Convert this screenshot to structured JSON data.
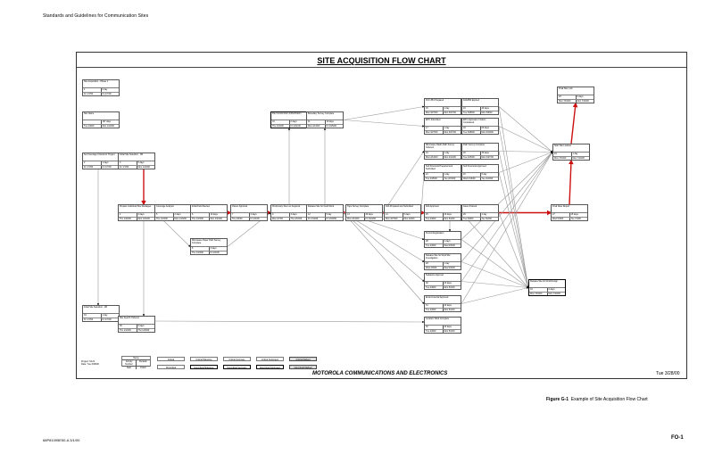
{
  "page_header": "Standards and Guidelines for Communication Sites",
  "chart": {
    "title": "SITE ACQUISITION FLOW CHART",
    "company": "MOTOROLA COMMUNICATIONS AND ELECTRONICS",
    "date": "Tue 3/28/00",
    "project": [
      "Project: SA71",
      "Date: Tue 3/28/00"
    ]
  },
  "nodes": [
    {
      "id": "n1",
      "name": "Site Acquisition - Phase 1",
      "id_no": "1",
      "dur": "0 day",
      "start": "Fri 1/7/00",
      "finish": "Fri 1/7/00",
      "type": "normal"
    },
    {
      "id": "n2",
      "name": "Site Name",
      "id_no": "",
      "dur": "167 days",
      "start": "Tue 1/4/00",
      "finish": "Mon 1/10/00",
      "type": "normal"
    },
    {
      "id": "n3",
      "name": "Set Coverage Criteria for Project",
      "id_no": "2",
      "dur": "1 days",
      "start": "Fri 1/7/00",
      "finish": "Fri 1/7/00",
      "type": "normal"
    },
    {
      "id": "n4",
      "name": "Initial Site Selection - 3R",
      "id_no": "3",
      "dur": "5 days",
      "start": "Fri 1/7/00",
      "finish": "Mon 1/10/00",
      "type": "crit"
    },
    {
      "id": "n5",
      "name": "Prepare Individual Site Packages",
      "id_no": "4",
      "dur": "3 days",
      "start": "Thu 1/20/00",
      "finish": "Mon 1/24/00",
      "type": "crit"
    },
    {
      "id": "n6",
      "name": "Coverage Analysis",
      "id_no": "5",
      "dur": "2 days",
      "start": "Thu 1/13/00",
      "finish": "Mon 1/13/00",
      "type": "crit"
    },
    {
      "id": "n7",
      "name": "Initial Field Review",
      "id_no": "6",
      "dur": "10 days",
      "start": "Thu 1/13/00",
      "finish": "Mon 1/24/00",
      "type": "crit"
    },
    {
      "id": "n8",
      "name": "Owner Approval",
      "id_no": "7",
      "dur": "3 days",
      "start": "Thu 2/3/00",
      "finish": "Fri 2/4/00",
      "type": "crit"
    },
    {
      "id": "n9",
      "name": "Microwave Paper Path Survey Complete",
      "id_no": "8",
      "dur": "3 days",
      "start": "Thu 1/13/00",
      "finish": "Fri 2/4/00",
      "type": "normal"
    },
    {
      "id": "n10",
      "name": "Preliminary Site Loc Acquired",
      "id_no": "9",
      "dur": "3 days",
      "start": "Mon 2/7/00",
      "finish": "Thu 2/10/00",
      "type": "crit"
    },
    {
      "id": "n11",
      "name": "File Construction Authorization",
      "id_no": "10",
      "dur": "2 days",
      "start": "Thu 2/10/00",
      "finish": "Fri 2/11/00",
      "type": "ms"
    },
    {
      "id": "n12",
      "name": "Boundary Survey Complete",
      "id_no": "11",
      "dur": "10 days",
      "start": "Mon 2/14/00",
      "finish": "Fri 2/25/00",
      "type": "normal"
    },
    {
      "id": "n13",
      "name": "Release Site for Field Work",
      "id_no": "12",
      "dur": "5 day",
      "start": "Fri 2/11/00",
      "finish": "Fri 2/18/00",
      "type": "crit"
    },
    {
      "id": "n14",
      "name": "Topo Survey Complete",
      "id_no": "13",
      "dur": "30 days",
      "start": "Mon 2/14/00",
      "finish": "Fri 3/24/00",
      "type": "crit"
    },
    {
      "id": "n15",
      "name": "FAA Prepared and Submitted",
      "id_no": "14",
      "dur": "5 days",
      "start": "Mon 3/27/00",
      "finish": "Mon 4/3/00",
      "type": "crit"
    },
    {
      "id": "n16",
      "name": "FCC 854 Prepared",
      "id_no": "15",
      "dur": "1 day",
      "start": "Mon 3/27/00",
      "finish": "Mon 3/27/00",
      "type": "normal"
    },
    {
      "id": "n17",
      "name": "FAA/854 Expired",
      "id_no": "16",
      "dur": "30 days",
      "start": "Tue 3/28/00",
      "finish": "Mon 5/8/00",
      "type": "normal"
    },
    {
      "id": "n18",
      "name": "EPC Submitted",
      "id_no": "17",
      "dur": "1 day",
      "start": "Mon 3/27/00",
      "finish": "Mon 3/27/00",
      "type": "normal"
    },
    {
      "id": "n19",
      "name": "EPC Approval or Option Considered",
      "id_no": "18",
      "dur": "60 days",
      "start": "Tue 3/28/00",
      "finish": "Mon 6/19/00",
      "type": "normal"
    },
    {
      "id": "n20",
      "name": "Microwave Radio Path Survey Ordered",
      "id_no": "19",
      "dur": "1 day",
      "start": "Mon 2/14/00",
      "finish": "Mon 2/14/00",
      "type": "normal"
    },
    {
      "id": "n21",
      "name": "Path Survey Complete",
      "id_no": "20",
      "dur": "30 days",
      "start": "Tue 2/15/00",
      "finish": "Mon 3/27/00",
      "type": "normal"
    },
    {
      "id": "n22",
      "name": "Soil Structural Prepared and Submitted",
      "id_no": "21",
      "dur": "1 day",
      "start": "Tue 2/15/00",
      "finish": "Tue 2/15/00",
      "type": "normal"
    },
    {
      "id": "n23",
      "name": "Soil Structural Approved",
      "id_no": "22",
      "dur": "5 day",
      "start": "Wed 2/16/00",
      "finish": "Tue 2/22/00",
      "type": "normal"
    },
    {
      "id": "n24",
      "name": "Final Site Lock",
      "id_no": "23",
      "dur": "0 days",
      "start": "Mon 7/10/00",
      "finish": "Mon 7/10/00",
      "type": "normal"
    },
    {
      "id": "n25",
      "name": "Start Site Lockout",
      "id_no": "24",
      "dur": "1 day",
      "start": "Mon 7/10/00",
      "finish": "Mon 7/10/00",
      "type": "normal"
    },
    {
      "id": "n26",
      "name": "FAA Approval",
      "id_no": "25",
      "dur": "20 days",
      "start": "Tue 4/4/00",
      "finish": "Mon 5/1/00",
      "type": "crit"
    },
    {
      "id": "n27",
      "name": "Issue Ordered",
      "id_no": "26",
      "dur": "1 day",
      "start": "Tue 5/2/00",
      "finish": "Tue 5/2/00",
      "type": "crit"
    },
    {
      "id": "n28",
      "name": "Final Sites Report",
      "id_no": "27",
      "dur": "45 days",
      "start": "Wed 5/3/00",
      "finish": "Tue 7/4/00",
      "type": "crit"
    },
    {
      "id": "n29",
      "name": "Permit Registration",
      "id_no": "28",
      "dur": "2 days",
      "start": "Tue 4/4/00",
      "finish": "Wed 4/5/00",
      "type": "normal"
    },
    {
      "id": "n30",
      "name": "Release Site for Final Site Investigation",
      "id_no": "29",
      "dur": "1 day",
      "start": "Wed 4/5/00",
      "finish": "Wed 4/5/00",
      "type": "normal"
    },
    {
      "id": "n31",
      "name": "Setbacks Approval",
      "id_no": "30",
      "dur": "20 days",
      "start": "Tue 4/4/00",
      "finish": "Mon 5/1/00",
      "type": "normal"
    },
    {
      "id": "n32",
      "name": "Environmental Approval",
      "id_no": "31",
      "dur": "20 days",
      "start": "Tue 4/4/00",
      "finish": "Mon 5/1/00",
      "type": "normal"
    },
    {
      "id": "n33",
      "name": "Location Work Complete",
      "id_no": "32",
      "dur": "20 days",
      "start": "Tue 4/4/00",
      "finish": "Mon 5/1/00",
      "type": "normal"
    },
    {
      "id": "n34",
      "name": "Release Site for Final Design",
      "id_no": "33",
      "dur": "0 days",
      "start": "Mon 7/10/00",
      "finish": "Mon 7/10/00",
      "type": "ms"
    },
    {
      "id": "n35",
      "name": "Initial Site Selection - 2R",
      "id_no": "34",
      "dur": "1 day",
      "start": "Fri 1/7/00",
      "finish": "Fri 1/7/00",
      "type": "normal"
    },
    {
      "id": "n36",
      "name": "Site Search Ordered",
      "id_no": "35",
      "dur": "5 days",
      "start": "Thu 1/13/00",
      "finish": "Thu 1/20/00",
      "type": "normal"
    }
  ],
  "legend": {
    "key_title": "Name",
    "key_fields": [
      "Activity Number",
      "Duration",
      "Start",
      "Finish"
    ],
    "items": [
      {
        "label": "Critical",
        "style": "normal"
      },
      {
        "label": "Critical Milestone",
        "style": "normal"
      },
      {
        "label": "Critical Summary",
        "style": "normal"
      },
      {
        "label": "Critical Subproject",
        "style": "normal"
      },
      {
        "label": "Critical Marked",
        "style": "dark"
      },
      {
        "label": "Noncritical",
        "style": "normal"
      },
      {
        "label": "Noncritical Milestone",
        "style": "bold"
      },
      {
        "label": "Noncritical Summary",
        "style": "bold"
      },
      {
        "label": "Noncritical Subproject",
        "style": "bold"
      },
      {
        "label": "Noncritical Marked",
        "style": "dark"
      }
    ]
  },
  "colors": {
    "critical_link": "#cc1111",
    "normal_link": "#999999",
    "border": "#333333"
  },
  "figure_caption": {
    "label": "Figure G-1",
    "text": "Example of Site Acquisition Flow Chart"
  },
  "doc_id": "68P81095E50-A   3/1/00",
  "page_number": "FO-1"
}
